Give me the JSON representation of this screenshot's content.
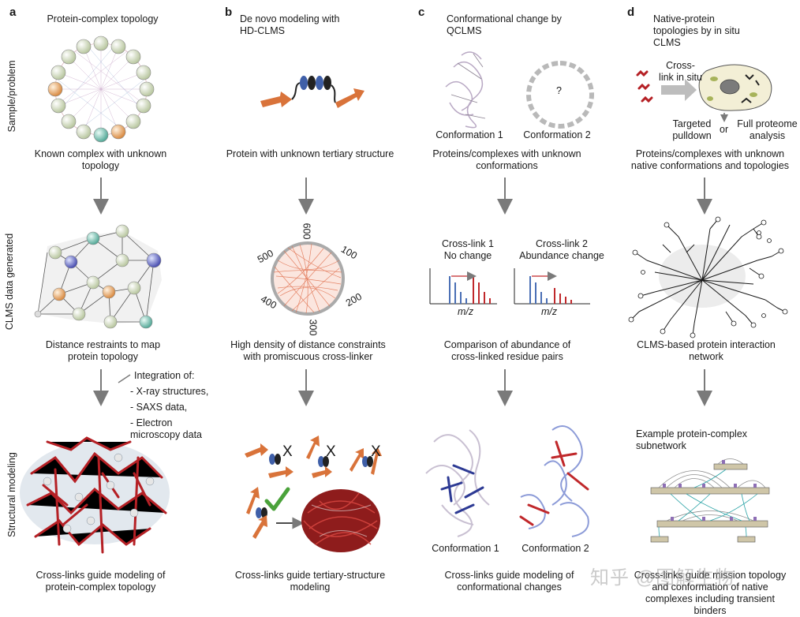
{
  "panels": {
    "a": {
      "letter": "a",
      "title": "Protein-complex topology",
      "row1_caption": "Known complex with unknown topology",
      "row2_caption": "Distance restraints to map protein topology",
      "integration_title": "Integration of:",
      "integration_items": [
        "- X-ray structures,",
        "- SAXS data,",
        "- Electron microscopy data"
      ],
      "row3_caption": "Cross-links guide modeling of protein-complex topology"
    },
    "b": {
      "letter": "b",
      "title": "De novo modeling with HD-CLMS",
      "row1_caption": "Protein with unknown tertiary structure",
      "circle_labels": [
        "600",
        "100",
        "200",
        "300",
        "400",
        "500"
      ],
      "row2_caption": "High density of distance constraints with promiscuous cross-linker",
      "reject_mark": "X",
      "row3_caption": "Cross-links guide tertiary-structure modeling"
    },
    "c": {
      "letter": "c",
      "title": "Conformational change by QCLMS",
      "conf1_label": "Conformation 1",
      "conf2_label": "Conformation 2",
      "unknown_mark": "?",
      "row1_caption": "Proteins/complexes with unknown conformations",
      "crosslink1_label": "Cross-link 1",
      "crosslink1_sub": "No change",
      "crosslink2_label": "Cross-link 2",
      "crosslink2_sub": "Abundance change",
      "axis_label": "m/z",
      "row2_caption": "Comparison of abundance of cross-linked residue pairs",
      "row3_conf1": "Conformation 1",
      "row3_conf2": "Conformation 2",
      "row3_caption": "Cross-links guide modeling of conformational changes"
    },
    "d": {
      "letter": "d",
      "title": "Native-protein topologies by in situ CLMS",
      "crosslink_label": "Cross-link in situ",
      "pulldown_label": "Targeted pulldown",
      "or_label": "or",
      "proteome_label": "Full proteome analysis",
      "row1_caption": "Proteins/complexes with unknown native conformations and topologies",
      "row2_caption": "CLMS-based protein interaction network",
      "subnetwork_label": "Example protein-complex subnetwork",
      "row3_caption": "Cross-links guide mission topology and conformation of native complexes including transient binders"
    }
  },
  "row_labels": [
    "Sample/problem",
    "CLMS data generated",
    "Structural  modeling"
  ],
  "watermark": "知乎 @图解生物",
  "colors": {
    "arrow": "#7a7a7a",
    "crosslink_red": "#c0282b",
    "helix_blue": "#3f5fa8",
    "strand_orange": "#d9733a",
    "protein_lilac": "#c9b9cf",
    "check_green": "#4aa23a"
  }
}
